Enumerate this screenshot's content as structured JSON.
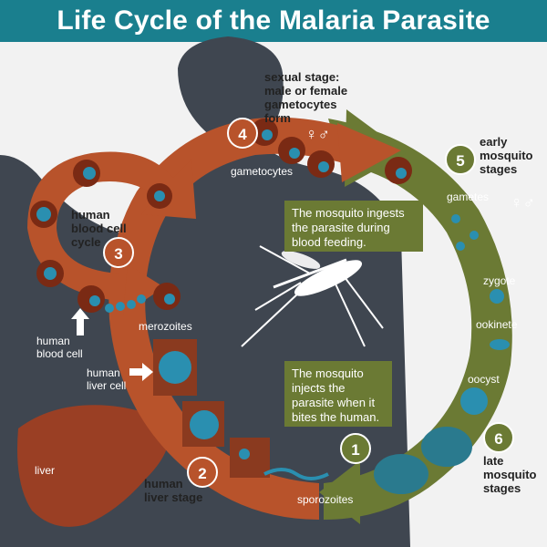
{
  "title": "Life Cycle of the Malaria Parasite",
  "stages": {
    "s1": {
      "number": "1"
    },
    "s2": {
      "number": "2",
      "label_l1": "human",
      "label_l2": "liver stage"
    },
    "s3": {
      "number": "3",
      "label_l1": "human",
      "label_l2": "blood cell",
      "label_l3": "cycle"
    },
    "s4": {
      "number": "4",
      "label_l1": "sexual stage:",
      "label_l2": "male or female",
      "label_l3": "gametocytes",
      "label_l4": "form"
    },
    "s5": {
      "number": "5",
      "label_l1": "early",
      "label_l2": "mosquito",
      "label_l3": "stages"
    },
    "s6": {
      "number": "6",
      "label_l1": "late",
      "label_l2": "mosquito",
      "label_l3": "stages"
    }
  },
  "labels": {
    "gametocytes": "gametocytes",
    "merozoites": "merozoites",
    "sporozoites": "sporozoites",
    "gametes": "gametes",
    "zygote": "zygote",
    "ookinete": "ookinete",
    "oocyst": "oocyst",
    "liver": "liver",
    "human_blood_cell_l1": "human",
    "human_blood_cell_l2": "blood cell",
    "human_liver_cell_l1": "human",
    "human_liver_cell_l2": "liver cell",
    "sex_symbols": "♀♂"
  },
  "boxes": {
    "ingests": "The mosquito ingests\nthe parasite during\nblood feeding.",
    "injects": "The mosquito\ninjects the\nparasite when it\nbites the human."
  },
  "colors": {
    "title_bar": "#1a7f8e",
    "human_arrow": "#b8532b",
    "mosquito_arrow": "#6b7a34",
    "silhouette": "#3f4650",
    "liver": "#9a3f24"
  }
}
